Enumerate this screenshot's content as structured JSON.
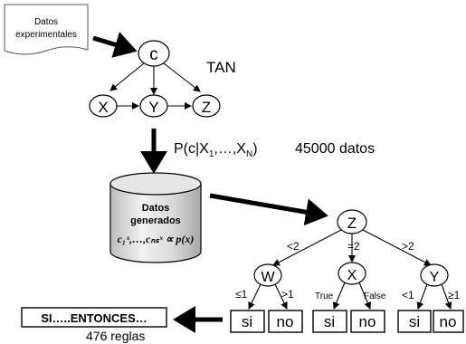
{
  "data_source": {
    "line1": "Datos",
    "line2": "experimentales"
  },
  "tan": {
    "label": "TAN",
    "class_node": "c",
    "nodes": [
      "X",
      "Y",
      "Z"
    ]
  },
  "probability": {
    "prefix": "P(c|X",
    "sub1": "1",
    "middle": ",…,X",
    "subN": "N",
    "suffix": ")",
    "count": "45000 datos"
  },
  "generated_db": {
    "line1": "Datos",
    "line2": "generados",
    "formula": "c₁ˣ,…,cₙₛˣ ∝ p(x)"
  },
  "tree": {
    "root": "Z",
    "root_branches": [
      "<2",
      "=2",
      ">2"
    ],
    "children": [
      {
        "label": "W",
        "branches": [
          "≤1",
          ">1"
        ],
        "leaves": [
          "si",
          "no"
        ]
      },
      {
        "label": "X",
        "branches": [
          "True",
          "False"
        ],
        "leaves": [
          "si",
          "no"
        ]
      },
      {
        "label": "Y",
        "branches": [
          "<1",
          "≥1"
        ],
        "leaves": [
          "si",
          "no"
        ]
      }
    ]
  },
  "rules": {
    "title": "SI…..ENTONCES…",
    "count": "476 reglas"
  },
  "icons": [
    "cylinder-database-icon",
    "document-icon",
    "arrow-icon"
  ]
}
